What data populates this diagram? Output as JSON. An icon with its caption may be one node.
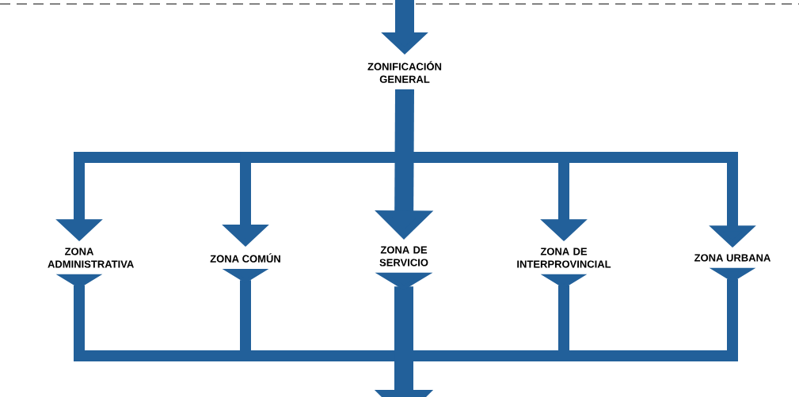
{
  "diagram": {
    "nodes": [
      {
        "text": [
          "ZONIFICACIÓN GENERAL"
        ]
      },
      {
        "text": [
          "ZONA ADMINISTRATIVA"
        ]
      },
      {
        "text": [
          "ZONA COMÚN"
        ]
      },
      {
        "text": [
          "ZONA DE SERVICIO"
        ]
      },
      {
        "text": [
          "ZONA DE INTERPROVINCIAL"
        ]
      },
      {
        "text": [
          "ZONA URBANA"
        ]
      }
    ],
    "edges": [
      {
        "from": null,
        "to": 0,
        "arrow": "to"
      },
      {
        "from": 0,
        "to": 1,
        "arrow": "to"
      },
      {
        "from": 0,
        "to": 2,
        "arrow": "to"
      },
      {
        "from": 0,
        "to": 3,
        "arrow": "to"
      },
      {
        "from": 0,
        "to": 4,
        "arrow": "to"
      },
      {
        "from": 0,
        "to": 5,
        "arrow": "to"
      },
      {
        "from": 1,
        "to": null,
        "arrow": "to"
      },
      {
        "from": 2,
        "to": null,
        "arrow": "to"
      },
      {
        "from": 3,
        "to": null,
        "arrow": "to"
      },
      {
        "from": 4,
        "to": null,
        "arrow": "to"
      },
      {
        "from": 5,
        "to": null,
        "arrow": "to"
      }
    ]
  }
}
